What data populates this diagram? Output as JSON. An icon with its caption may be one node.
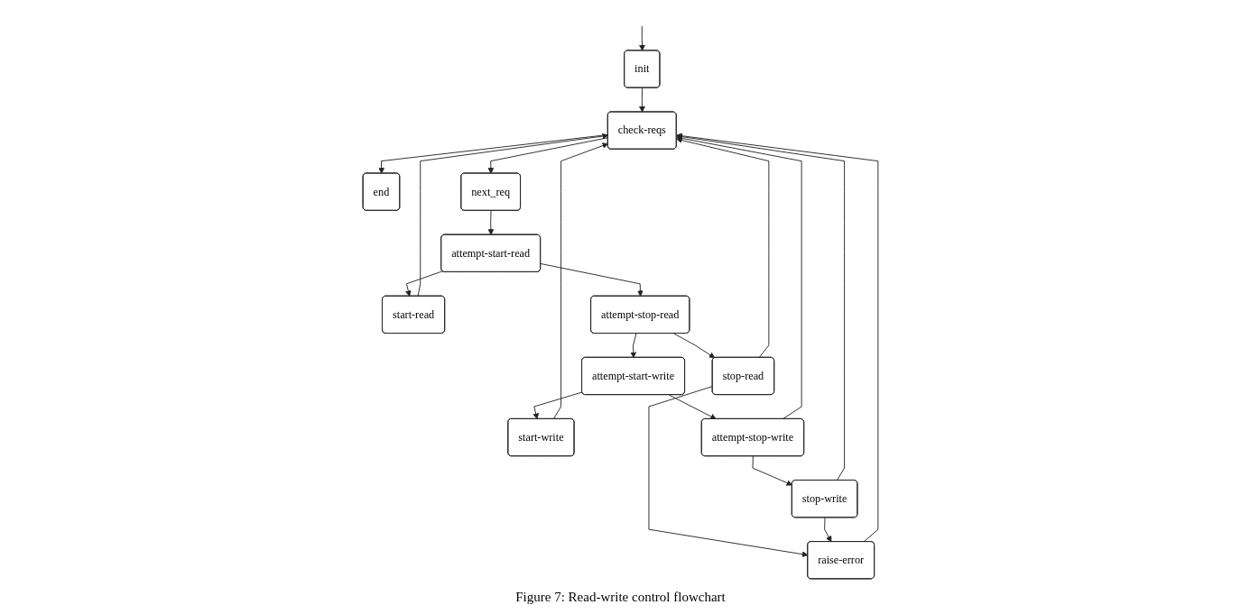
{
  "diagram": {
    "caption": "Figure 7: Read-write control flowchart",
    "nodes": [
      {
        "text": [
          "init"
        ]
      },
      {
        "text": [
          "raise-error"
        ]
      },
      {
        "text": [
          "check-reqs"
        ]
      },
      {
        "text": [
          "end"
        ]
      },
      {
        "text": [
          "next_req"
        ]
      },
      {
        "text": [
          "attempt-start-read"
        ]
      },
      {
        "text": [
          "start-read"
        ]
      },
      {
        "text": [
          "attempt-stop-read"
        ]
      },
      {
        "text": [
          "stop-read"
        ]
      },
      {
        "text": [
          "attempt-start-write"
        ]
      },
      {
        "text": [
          "start-write"
        ]
      },
      {
        "text": [
          "attempt-stop-write"
        ]
      },
      {
        "text": [
          "stop-write"
        ]
      }
    ],
    "edges": [
      {
        "from": null,
        "to": 0,
        "arrow": "to"
      },
      {
        "from": 0,
        "to": 2,
        "arrow": "to"
      },
      {
        "from": 1,
        "to": 2,
        "arrow": "to"
      },
      {
        "from": 2,
        "to": 3,
        "arrow": "to"
      },
      {
        "from": 2,
        "to": 4,
        "arrow": "to"
      },
      {
        "from": 4,
        "to": 5,
        "arrow": "to"
      },
      {
        "from": 5,
        "to": 6,
        "arrow": "to"
      },
      {
        "from": 5,
        "to": 7,
        "arrow": "to"
      },
      {
        "from": 7,
        "to": 8,
        "arrow": "to"
      },
      {
        "from": 7,
        "to": 9,
        "arrow": "to"
      },
      {
        "from": 9,
        "to": 10,
        "arrow": "to"
      },
      {
        "from": 9,
        "to": 11,
        "arrow": "to"
      },
      {
        "from": 11,
        "to": 12,
        "arrow": "to"
      },
      {
        "from": 11,
        "to": 2,
        "arrow": "to"
      },
      {
        "from": 6,
        "to": 2,
        "arrow": "to"
      },
      {
        "from": 8,
        "to": 2,
        "arrow": "to"
      },
      {
        "from": 10,
        "to": 2,
        "arrow": "to"
      },
      {
        "from": 12,
        "to": 2,
        "arrow": "to"
      },
      {
        "from": 8,
        "to": 1,
        "arrow": "to"
      },
      {
        "from": 12,
        "to": 1,
        "arrow": "to"
      }
    ]
  }
}
